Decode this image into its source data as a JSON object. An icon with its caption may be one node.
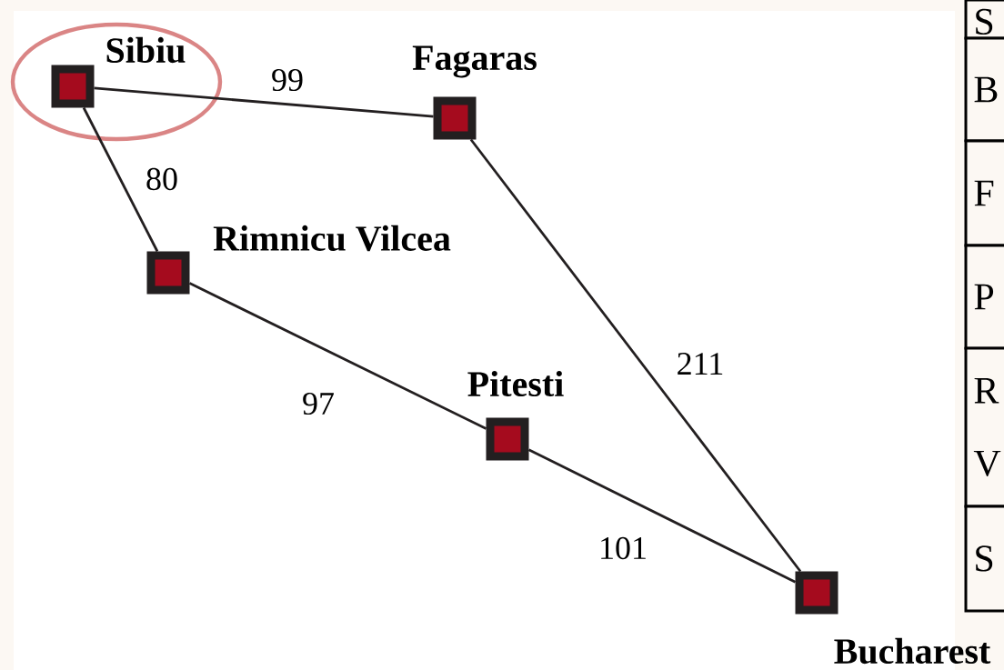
{
  "diagram": {
    "nodes": [
      {
        "text": [
          "Sibiu"
        ]
      },
      {
        "text": [
          "Fagaras"
        ]
      },
      {
        "text": [
          "Rimnicu Vilcea"
        ]
      },
      {
        "text": [
          "Pitesti"
        ]
      },
      {
        "text": [
          "Bucharest"
        ]
      }
    ],
    "edges": [
      {
        "from": 0,
        "to": 1,
        "arrow": "none",
        "label": "99"
      },
      {
        "from": 0,
        "to": 2,
        "arrow": "none",
        "label": "80"
      },
      {
        "from": 2,
        "to": 3,
        "arrow": "none",
        "label": "97"
      },
      {
        "from": 1,
        "to": 4,
        "arrow": "none",
        "label": "211"
      },
      {
        "from": 3,
        "to": 4,
        "arrow": "none",
        "label": "101"
      }
    ],
    "labels": [
      "S",
      "B",
      "F",
      "P",
      "R V",
      "S"
    ]
  }
}
